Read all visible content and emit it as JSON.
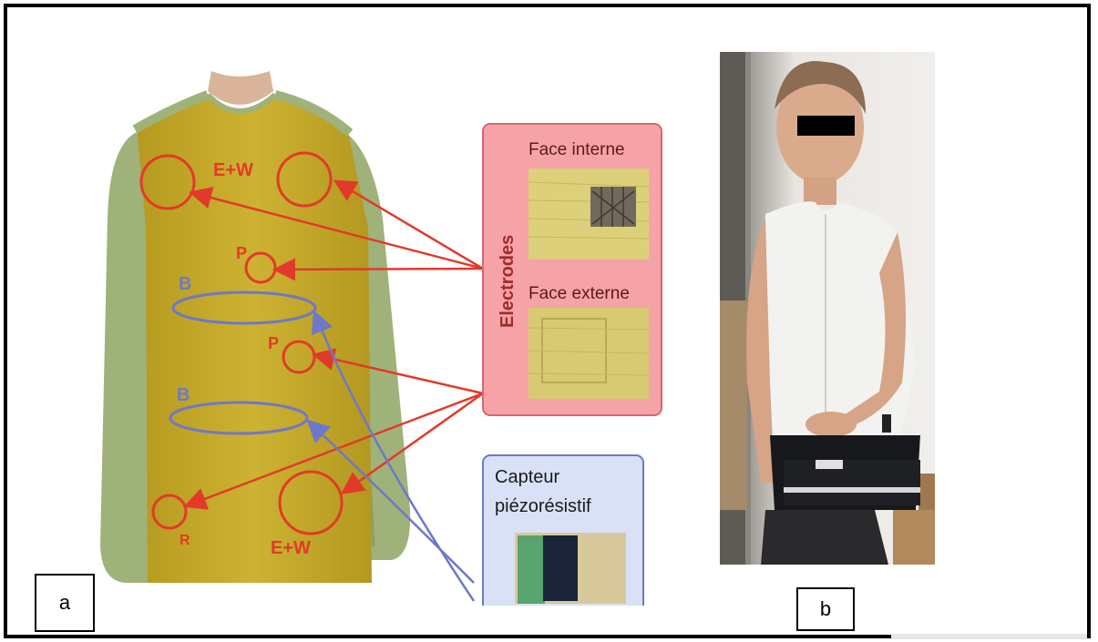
{
  "panel_a": {
    "labels": {
      "ew_top": "E+W",
      "p_upper": "P",
      "b_upper": "B",
      "p_lower": "P",
      "b_lower": "B",
      "r": "R",
      "ew_bottom": "E+W"
    },
    "electrodes_box": {
      "title": "Electrodes",
      "face_interne": "Face interne",
      "face_externe": "Face externe"
    },
    "sensor_box": {
      "line1": "Capteur",
      "line2": "piézorésistif"
    },
    "panel_label": "a"
  },
  "panel_b": {
    "panel_label": "b"
  },
  "colors": {
    "electrode_red": "#e23a2a",
    "band_blue": "#6e78c8",
    "electrode_box_fill": "#f6a3a8",
    "sensor_box_fill": "#d9e1f7",
    "shirt_body": "#c9ad2a",
    "shirt_sleeve": "#9fb27a"
  }
}
